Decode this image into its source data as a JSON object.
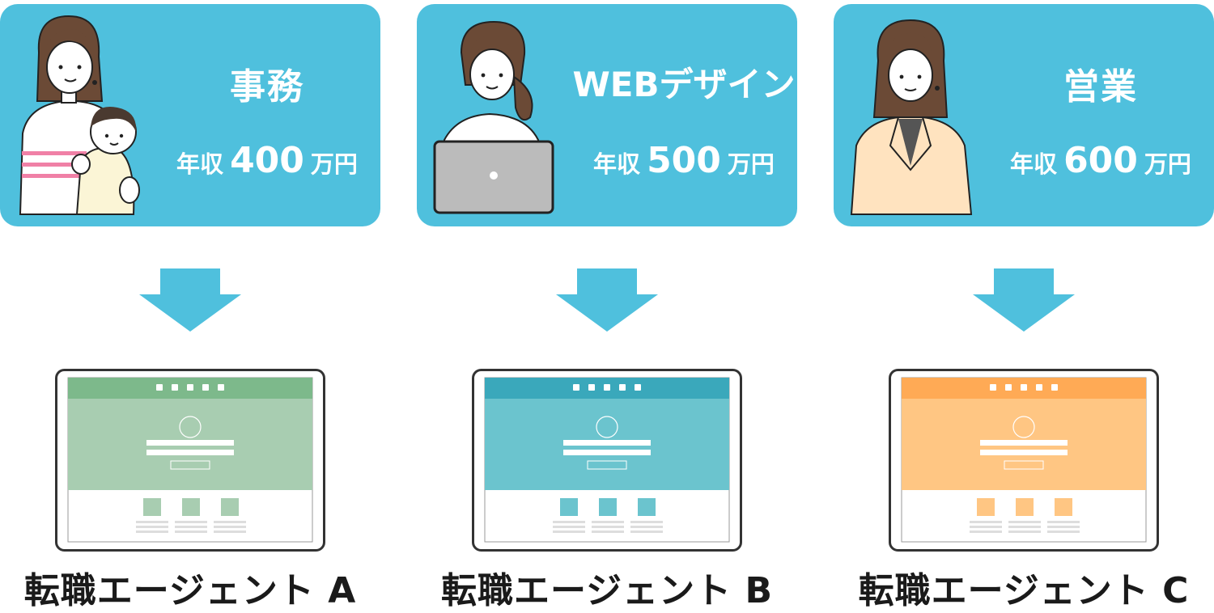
{
  "salary_prefix": "年収",
  "salary_unit": "万円",
  "colors": {
    "card": "#4fc0dd",
    "arrow": "#4fc0dd"
  },
  "columns": [
    {
      "job": "事務",
      "salary": "400",
      "agent": "転職エージェント A",
      "theme": {
        "header": "#7db98b",
        "hero": "#a8cdb1",
        "tile": "#a8cdb1"
      }
    },
    {
      "job": "WEBデザイン",
      "salary": "500",
      "agent": "転職エージェント B",
      "theme": {
        "header": "#3aa8bb",
        "hero": "#6bc4ce",
        "tile": "#6bc4ce"
      }
    },
    {
      "job": "営業",
      "salary": "600",
      "agent": "転職エージェント C",
      "theme": {
        "header": "#ffaa55",
        "hero": "#ffc683",
        "tile": "#ffc683"
      }
    }
  ]
}
